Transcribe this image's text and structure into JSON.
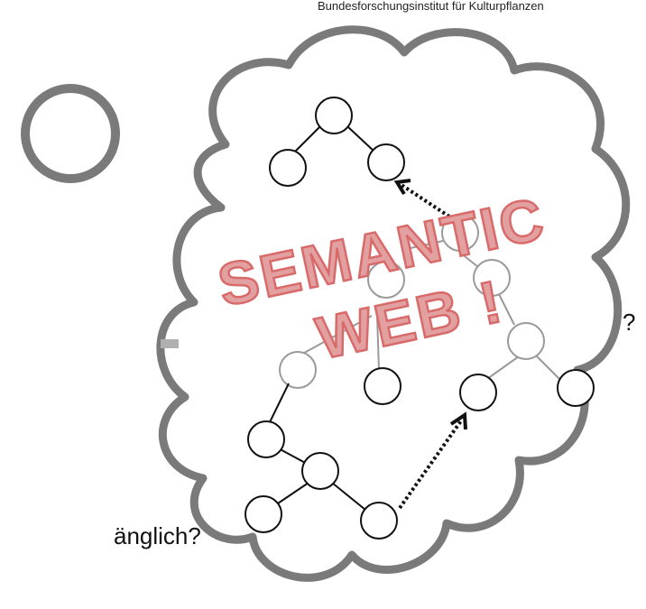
{
  "header": {
    "institute": "Bundesforschungsinstitut für Kulturpflanzen"
  },
  "slide_text": {
    "question_mark": "?",
    "partial_line": "änglich?"
  },
  "stamp": {
    "line1": "SEMANTIC",
    "line2": "WEB !"
  },
  "colors": {
    "cloud_outline": "#7a7a7a",
    "node_outline": "#111111",
    "faded_node_outline": "#9a9a9a",
    "stamp_red": "#d96a6a",
    "arrow": "#111111"
  },
  "icons": {
    "thought_bubble": "thought-cloud-icon",
    "small_bubble": "thought-circle-icon"
  }
}
